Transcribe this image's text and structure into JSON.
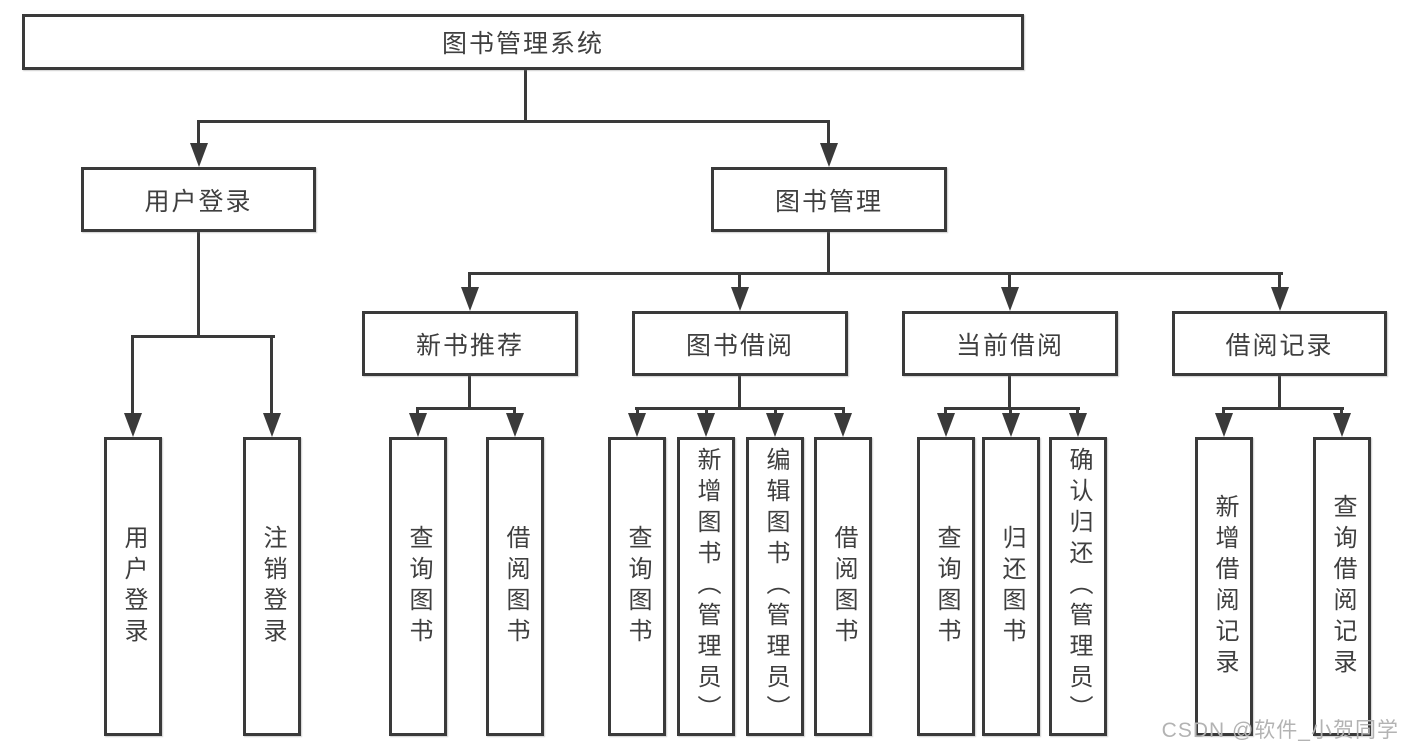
{
  "page": {
    "background": "#ffffff",
    "watermark": "CSDN @软件_小贺同学"
  },
  "colors": {
    "box_border": "#3a3a3a",
    "connector_line": "#3a3a3a",
    "text": "#3f3f3f",
    "watermark_text": "#b3b3b3"
  },
  "tree": {
    "label": "图书管理系统",
    "children": [
      {
        "label": "用户登录",
        "children": [
          {
            "label": "用户登录"
          },
          {
            "label": "注销登录"
          }
        ]
      },
      {
        "label": "图书管理",
        "children": [
          {
            "label": "新书推荐",
            "children": [
              {
                "label": "查询图书"
              },
              {
                "label": "借阅图书"
              }
            ]
          },
          {
            "label": "图书借阅",
            "children": [
              {
                "label": "查询图书"
              },
              {
                "label": "新增图书（管理员）"
              },
              {
                "label": "编辑图书（管理员）"
              },
              {
                "label": "借阅图书"
              }
            ]
          },
          {
            "label": "当前借阅",
            "children": [
              {
                "label": "查询图书"
              },
              {
                "label": "归还图书"
              },
              {
                "label": "确认归还（管理员）"
              }
            ]
          },
          {
            "label": "借阅记录",
            "children": [
              {
                "label": "新增借阅记录"
              },
              {
                "label": "查询借阅记录"
              }
            ]
          }
        ]
      }
    ]
  }
}
